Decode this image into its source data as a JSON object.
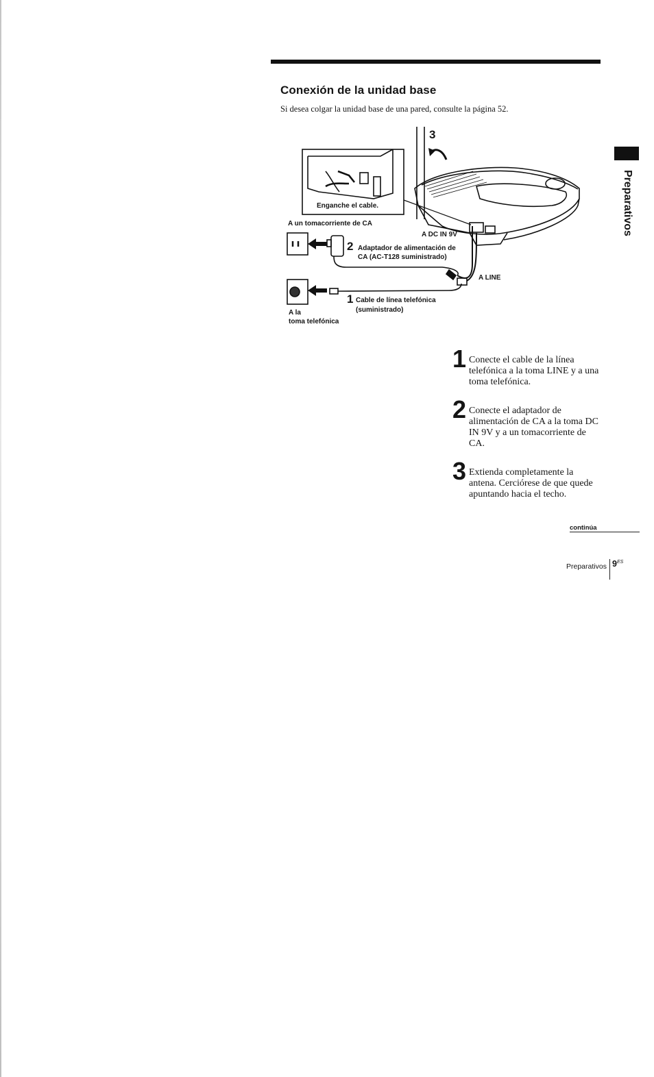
{
  "section": {
    "title": "Conexión de la unidad base",
    "intro": "Si desea colgar la unidad base de una pared, consulte la página 52.",
    "side_tab": "Preparativos"
  },
  "figure": {
    "callout_3": "3",
    "inset_label": "Enganche el cable.",
    "label_outlet": "A un tomacorriente de CA",
    "label_dcin": "A DC IN 9V",
    "callout_2": "2",
    "label_adapter": [
      "Adaptador de alimentación de",
      "CA (AC-T128 suministrado)"
    ],
    "label_line": "A LINE",
    "callout_1": "1",
    "label_cable": [
      "Cable de línea telefónica",
      "(suministrado)"
    ],
    "label_wall": [
      "A la",
      "toma telefónica"
    ]
  },
  "steps": [
    {
      "num": "1",
      "text": "Conecte el cable de la línea telefónica a la toma LINE y a una toma telefónica."
    },
    {
      "num": "2",
      "text": "Conecte el adaptador de alimentación de CA a la toma DC IN 9V y a un tomacorriente de CA."
    },
    {
      "num": "3",
      "text": "Extienda completamente la antena. Cerciórese de que quede apuntando hacia el techo."
    }
  ],
  "continua": "continúa",
  "footer": {
    "section": "Preparativos",
    "page": "9",
    "page_sup": "ES"
  }
}
